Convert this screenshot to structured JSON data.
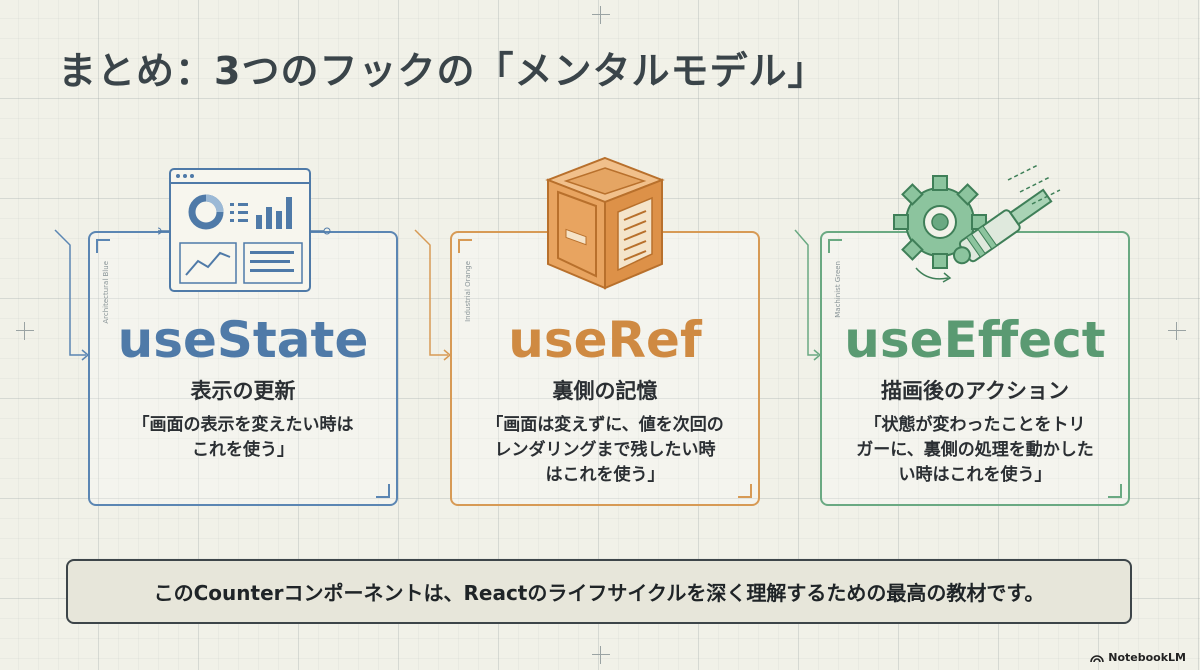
{
  "title": "まとめ：3つのフックの「メンタルモデル」",
  "cards": [
    {
      "hook": "useState",
      "subtitle": "表示の更新",
      "desc_lines": [
        "「画面の表示を変えたい時は",
        "これを使う」"
      ],
      "side_label": "Architectural Blue",
      "accent": "#5b86b3",
      "icon": "dashboard-window-icon"
    },
    {
      "hook": "useRef",
      "subtitle": "裏側の記憶",
      "desc_lines": [
        "「画面は変えずに、値を次回の",
        "レンダリングまで残したい時",
        "はこれを使う」"
      ],
      "side_label": "Industrial Orange",
      "accent": "#d79a55",
      "icon": "storage-crate-icon"
    },
    {
      "hook": "useEffect",
      "subtitle": "描画後のアクション",
      "desc_lines": [
        "「状態が変わったことをトリ",
        "ガーに、裏側の処理を動かした",
        "い時はこれを使う」"
      ],
      "side_label": "Machinist Green",
      "accent": "#6aa982",
      "icon": "gear-piston-icon"
    }
  ],
  "summary": "このCounterコンポーネントは、Reactのライフサイクルを深く理解するための最高の教材です。",
  "brand": "NotebookLM"
}
